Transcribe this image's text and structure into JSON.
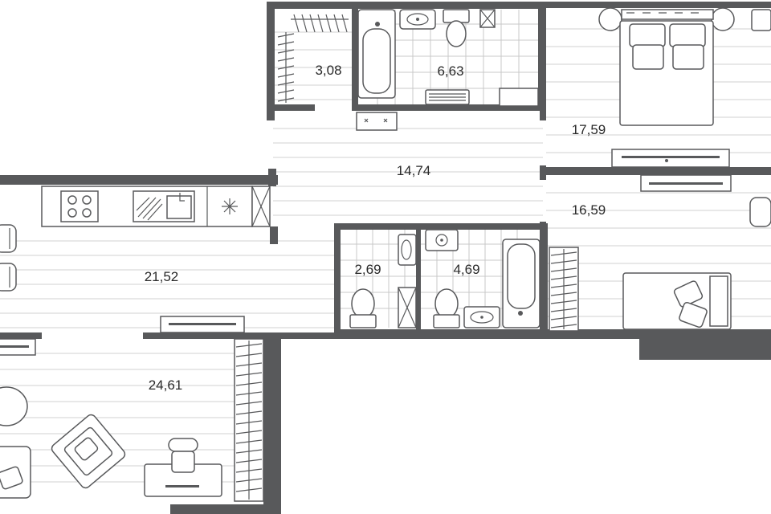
{
  "rooms": [
    {
      "id": "wardrobe",
      "area": "3,08"
    },
    {
      "id": "bathroom-top",
      "area": "6,63"
    },
    {
      "id": "bedroom-master",
      "area": "17,59"
    },
    {
      "id": "hall",
      "area": "14,74"
    },
    {
      "id": "bedroom-second",
      "area": "16,59"
    },
    {
      "id": "kitchen",
      "area": "21,52"
    },
    {
      "id": "wc",
      "area": "2,69"
    },
    {
      "id": "bathroom-mid",
      "area": "4,69"
    },
    {
      "id": "living-room",
      "area": "24,61"
    }
  ],
  "colors": {
    "wall": "#58595b",
    "floor_line": "#d2d2d2",
    "tile_line": "#c9c9c9",
    "text": "#2a2a2a",
    "background": "#ffffff"
  }
}
